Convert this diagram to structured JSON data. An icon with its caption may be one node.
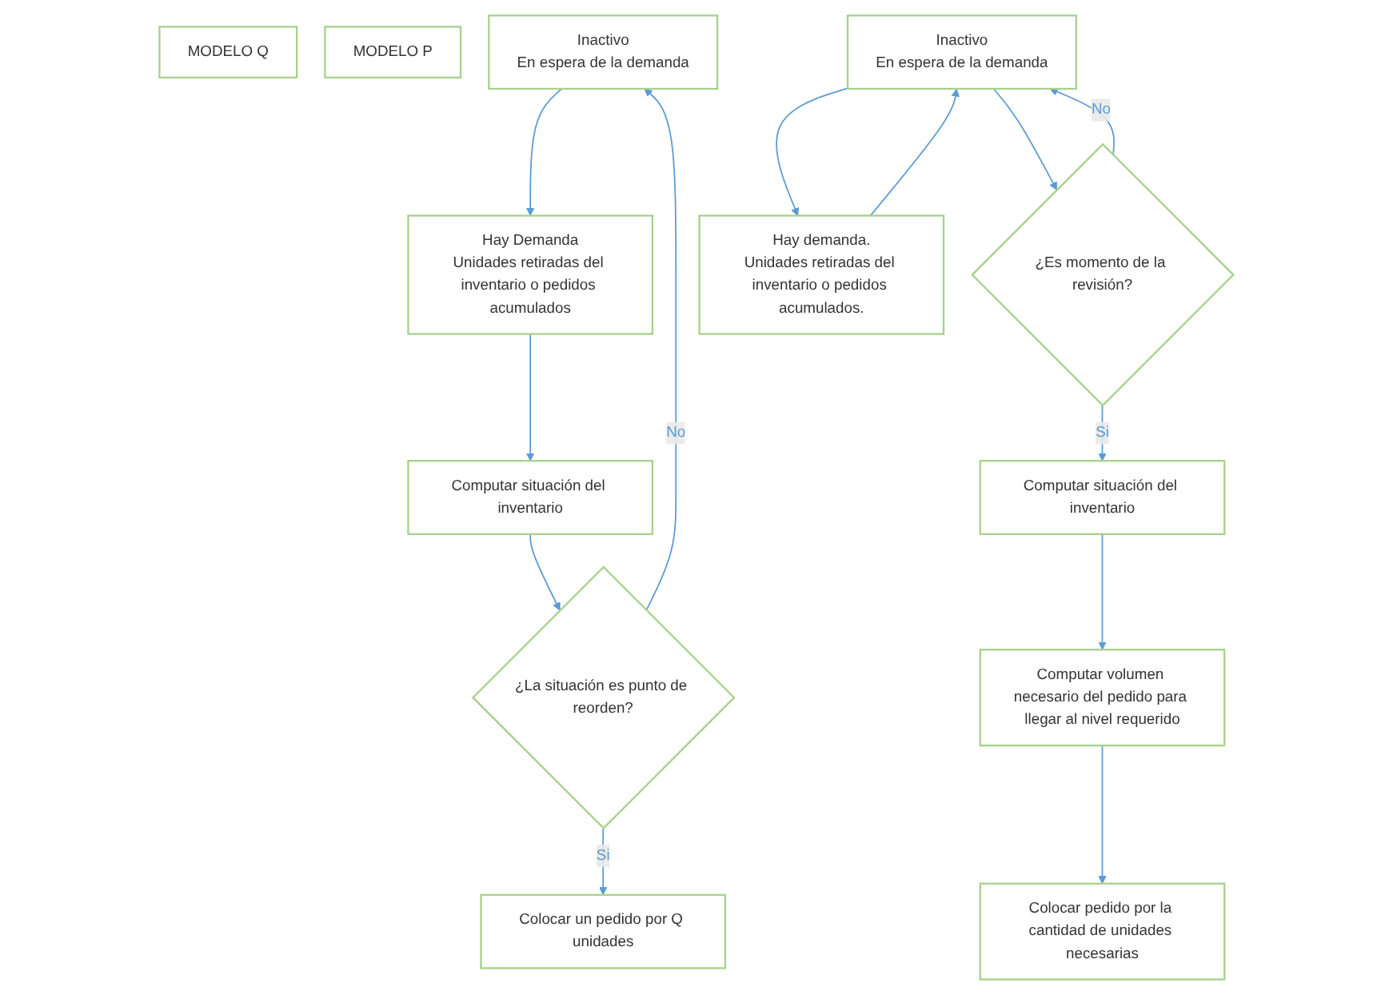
{
  "diagram": {
    "nodes": [
      {
        "text": [
          "MODELO Q"
        ]
      },
      {
        "text": [
          "MODELO P"
        ]
      },
      {
        "text": [
          "Inactivo",
          "En espera de la demanda"
        ]
      },
      {
        "text": [
          "Hay Demanda",
          "Unidades retiradas del inventario o pedidos acumulados"
        ]
      },
      {
        "text": [
          "Computar situación del inventario"
        ]
      },
      {
        "text": [
          "¿La situación es punto de reorden?"
        ]
      },
      {
        "text": [
          "Colocar un pedido por Q unidades"
        ]
      },
      {
        "text": [
          "Inactivo",
          "En espera de la demanda"
        ]
      },
      {
        "text": [
          "¿Es momento de la revisión?"
        ]
      },
      {
        "text": [
          "Hay demanda.",
          "Unidades retiradas del inventario o pedidos acumulados."
        ]
      },
      {
        "text": [
          "Computar situación del inventario"
        ]
      },
      {
        "text": [
          "Computar volumen necesario del pedido para llegar al nivel requerido"
        ]
      },
      {
        "text": [
          "Colocar pedido por la cantidad de unidades necesarias"
        ]
      }
    ],
    "edges": [
      {
        "from": 2,
        "to": 3,
        "arrow": "to"
      },
      {
        "from": 3,
        "to": 4,
        "arrow": "to"
      },
      {
        "from": 4,
        "to": 5,
        "arrow": "to"
      },
      {
        "from": 5,
        "to": 2,
        "arrow": "to",
        "label": "No"
      },
      {
        "from": 5,
        "to": 6,
        "arrow": "to",
        "label": "Si"
      },
      {
        "from": 7,
        "to": 8,
        "arrow": "to"
      },
      {
        "from": 8,
        "to": 7,
        "arrow": "to",
        "label": "No"
      },
      {
        "from": 8,
        "to": 10,
        "arrow": "to",
        "label": "Si"
      },
      {
        "from": 7,
        "to": 9,
        "arrow": "to"
      },
      {
        "from": 9,
        "to": 7,
        "arrow": "to"
      },
      {
        "from": 10,
        "to": 11,
        "arrow": "to"
      },
      {
        "from": 11,
        "to": 12,
        "arrow": "to"
      }
    ]
  }
}
